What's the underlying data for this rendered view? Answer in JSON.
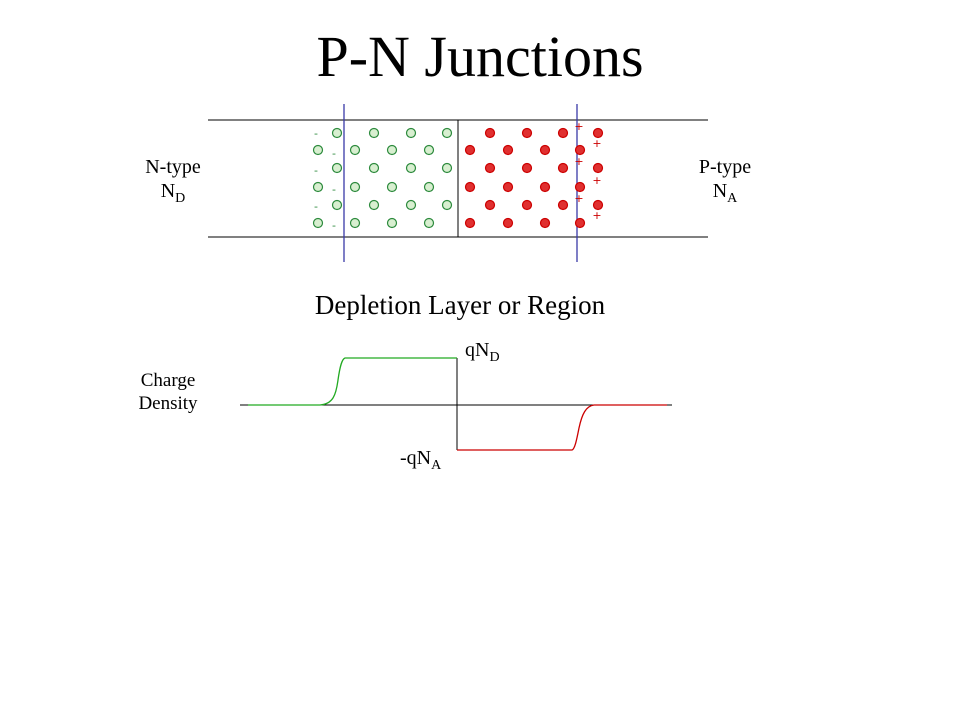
{
  "title": "P-N Junctions",
  "n_side": {
    "label": "N-type",
    "symbol": "N",
    "subscript": "D",
    "dot_color": "#2c8a3c",
    "dot_fill": "#d8efd0"
  },
  "p_side": {
    "label": "P-type",
    "symbol": "N",
    "subscript": "A",
    "dot_color": "#cc0000",
    "dot_fill": "#e03030"
  },
  "depletion_title": "Depletion Layer or Region",
  "charge_axis_label_line1": "Charge",
  "charge_axis_label_line2": "Density",
  "positive_charge": {
    "text": "qN",
    "subscript": "D"
  },
  "negative_charge": {
    "text": "-qN",
    "subscript": "A"
  },
  "colors": {
    "n_curve": "#22aa22",
    "p_curve": "#cc0000",
    "boundary": "#3a3aa8",
    "minus": "#2c8a3c",
    "plus": "#cc0000"
  },
  "symbols": {
    "minus": "-",
    "plus": "+"
  }
}
